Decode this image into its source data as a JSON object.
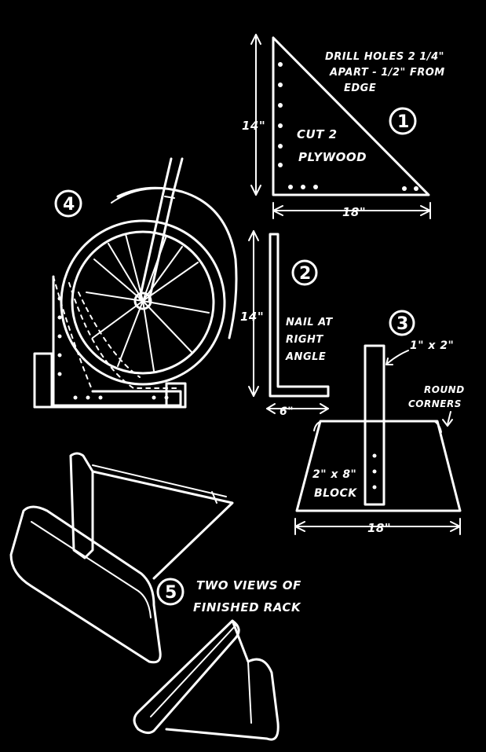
{
  "step1": {
    "number": "1",
    "note_line1": "DRILL HOLES 2 1/4\"",
    "note_line2": "APART - 1/2\" FROM",
    "note_line3": "EDGE",
    "cut_line1": "CUT 2",
    "cut_line2": "PLYWOOD",
    "height_dim": "14\"",
    "width_dim": "18\""
  },
  "step2": {
    "number": "2",
    "height_dim": "14\"",
    "width_dim": "6\"",
    "note_line1": "NAIL AT",
    "note_line2": "RIGHT",
    "note_line3": "ANGLE"
  },
  "step3": {
    "number": "3",
    "post_label": "1\" x 2\"",
    "corner_line1": "ROUND",
    "corner_line2": "CORNERS",
    "block_line1": "2\" x 8\"",
    "block_line2": "BLOCK",
    "width_dim": "18\""
  },
  "step4": {
    "number": "4"
  },
  "step5": {
    "number": "5",
    "caption_line1": "TWO VIEWS OF",
    "caption_line2": "FINISHED RACK"
  }
}
